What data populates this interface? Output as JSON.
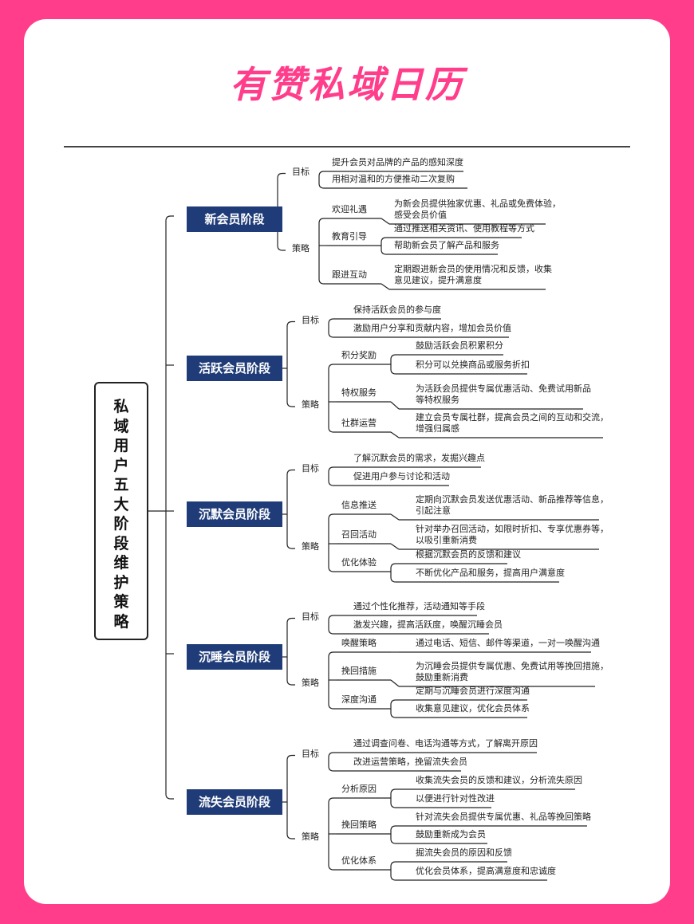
{
  "title": "有赞私域日历",
  "root": [
    "私",
    "域",
    "用",
    "户",
    "五",
    "大",
    "阶",
    "段",
    "维",
    "护",
    "策",
    "略"
  ],
  "labels": {
    "goal": "目标",
    "strategy": "策略"
  },
  "stages": [
    {
      "name": "新会员阶段",
      "goals": [
        "提升会员对品牌的产品的感知深度",
        "用相对温和的方便推动二次复购"
      ],
      "strategies": [
        {
          "name": "欢迎礼遇",
          "items": [
            [
              "为新会员提供独家优惠、礼品或免费体验，",
              "感受会员价值"
            ]
          ]
        },
        {
          "name": "教育引导",
          "items": [
            [
              "通过推送相关资讯、使用教程等方式"
            ],
            [
              "帮助新会员了解产品和服务"
            ]
          ]
        },
        {
          "name": "跟进互动",
          "items": [
            [
              "定期跟进新会员的使用情况和反馈，收集",
              "意见建议，提升满意度"
            ]
          ]
        }
      ]
    },
    {
      "name": "活跃会员阶段",
      "goals": [
        "保持活跃会员的参与度",
        "激励用户分享和贡献内容，增加会员价值"
      ],
      "strategies": [
        {
          "name": "积分奖励",
          "items": [
            [
              "鼓励活跃会员积累积分"
            ],
            [
              "积分可以兑换商品或服务折扣"
            ]
          ]
        },
        {
          "name": "特权服务",
          "items": [
            [
              "为活跃会员提供专属优惠活动、免费试用新品",
              "等特权服务"
            ]
          ]
        },
        {
          "name": "社群运营",
          "items": [
            [
              "建立会员专属社群，提高会员之间的互动和交流，",
              "增强归属感"
            ]
          ]
        }
      ]
    },
    {
      "name": "沉默会员阶段",
      "goals": [
        "了解沉默会员的需求，发掘兴趣点",
        "促进用户参与讨论和活动"
      ],
      "strategies": [
        {
          "name": "信息推送",
          "items": [
            [
              "定期向沉默会员发送优惠活动、新品推荐等信息，",
              "引起注意"
            ]
          ]
        },
        {
          "name": "召回活动",
          "items": [
            [
              "针对举办召回活动，如限时折扣、专享优惠券等，",
              "以吸引重新消费"
            ]
          ]
        },
        {
          "name": "优化体验",
          "items": [
            [
              "根据沉默会员的反馈和建议"
            ],
            [
              "不断优化产品和服务，提高用户满意度"
            ]
          ]
        }
      ]
    },
    {
      "name": "沉睡会员阶段",
      "goals": [
        "通过个性化推荐，活动通知等手段",
        "激发兴趣，提高活跃度，唤醒沉睡会员"
      ],
      "strategies": [
        {
          "name": "唤醒策略",
          "items": [
            [
              "通过电话、短信、邮件等渠道，一对一唤醒沟通"
            ]
          ]
        },
        {
          "name": "挽回措施",
          "items": [
            [
              "为沉睡会员提供专属优惠、免费试用等挽回措施，",
              "鼓励重新消费"
            ]
          ]
        },
        {
          "name": "深度沟通",
          "items": [
            [
              "定期与沉睡会员进行深度沟通"
            ],
            [
              "收集意见建议，优化会员体系"
            ]
          ]
        }
      ]
    },
    {
      "name": "流失会员阶段",
      "goals": [
        "通过调查问卷、电话沟通等方式，了解离开原因",
        "改进运营策略，挽留流失会员"
      ],
      "strategies": [
        {
          "name": "分析原因",
          "items": [
            [
              "收集流失会员的反馈和建议，分析流失原因"
            ],
            [
              "以便进行针对性改进"
            ]
          ]
        },
        {
          "name": "挽回策略",
          "items": [
            [
              "针对流失会员提供专属优惠、礼品等挽回策略"
            ],
            [
              "鼓励重新成为会员"
            ]
          ]
        },
        {
          "name": "优化体系",
          "items": [
            [
              "掘流失会员的原因和反馈"
            ],
            [
              "优化会员体系，提高满意度和忠诚度"
            ]
          ]
        }
      ]
    }
  ]
}
